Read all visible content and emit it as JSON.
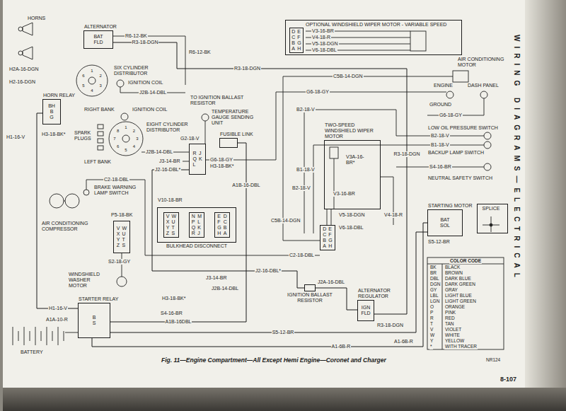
{
  "diagram": {
    "caption": "Fig. 11—Engine Compartment—All Except Hemi Engine—Coronet and Charger",
    "nodes": [
      {
        "text": [
          "ALTERNATOR",
          "BAT",
          "FLD"
        ]
      },
      {
        "text": [
          "HORN RELAY",
          "BH",
          "B",
          "G"
        ]
      },
      {
        "text": [
          "OPTIONAL WINDSHIELD WIPER MOTOR - VARIABLE SPEED"
        ]
      },
      {
        "text": [
          "D",
          "E",
          "C",
          "F",
          "B",
          "G",
          "A",
          "H"
        ],
        "in": 2
      },
      {
        "text": [
          "TWO-SPEED WINDSHIELD WIPER MOTOR"
        ]
      },
      {
        "text": [
          "D",
          "E",
          "C",
          "F",
          "B",
          "G",
          "A",
          "H"
        ]
      },
      {
        "text": [
          "R",
          "J",
          "Q",
          "K",
          "L"
        ]
      },
      {
        "text": [
          "FUSIBLE LINK"
        ]
      },
      {
        "text": [
          "BULKHEAD DISCONNECT"
        ]
      },
      {
        "text": [
          "V",
          "W",
          "X",
          "U",
          "Y",
          "T",
          "Z",
          "S"
        ],
        "in": 8
      },
      {
        "text": [
          "N",
          "M",
          "P",
          "L",
          "Q",
          "K",
          "R",
          "J"
        ],
        "in": 8
      },
      {
        "text": [
          "E",
          "D",
          "F",
          "C",
          "G",
          "B",
          "H",
          "A"
        ],
        "in": 8
      },
      {
        "text": [
          "V",
          "W",
          "X",
          "U",
          "Y",
          "T",
          "Z",
          "S"
        ]
      },
      {
        "text": [
          "IGNITION BALLAST RESISTOR"
        ]
      },
      {
        "text": [
          "ALTERNATOR REGULATOR",
          "IGN",
          "FLD"
        ]
      },
      {
        "text": [
          "STARTER RELAY",
          "B",
          "S"
        ]
      },
      {
        "text": [
          "STARTING MOTOR",
          "BAT",
          "SOL"
        ]
      },
      {
        "text": [
          "SPLICE"
        ]
      }
    ],
    "edges": [
      {
        "from": 0,
        "to": 14,
        "label": "R3-18-DGN",
        "arrow": "none"
      },
      {
        "from": 15,
        "to": 16,
        "label": "A1-6B-R",
        "arrow": "none"
      },
      {
        "from": 16,
        "to": 15,
        "label": "S5-12-BR",
        "arrow": "none"
      },
      {
        "from": 13,
        "to": 14,
        "label": "J2A-16-DBL",
        "arrow": "none"
      },
      {
        "from": 6,
        "to": 13,
        "label": "J2-16-DBL*",
        "arrow": "none"
      },
      {
        "from": 7,
        "to": 15,
        "label": "A1B-16-DBL",
        "arrow": "none"
      },
      {
        "from": 1,
        "to": 15,
        "label": "H1-16-V",
        "arrow": "none"
      }
    ],
    "labels": [
      "HORNS",
      "H2A-16-DGN",
      "H2-16-DGN",
      "H1-16-V",
      "H3-18-BK*",
      "R6-12-BK",
      "R6-12-BK",
      "SIX CYLINDER DISTRIBUTOR",
      "1",
      "2",
      "3",
      "4",
      "5",
      "6",
      "IGNITION COIL",
      "J2B-14-DBL",
      "TO IGNITION BALLAST RESISTOR",
      "R3-18-DGN",
      "RIGHT BANK",
      "IGNITION COIL",
      "EIGHT CYLINDER DISTRIBUTOR",
      "1",
      "2",
      "3",
      "4",
      "5",
      "6",
      "7",
      "8",
      "SPARK PLUGS",
      "LEFT BANK",
      "J2B-14-DBL",
      "TEMPERATURE GAUGE SENDING UNIT",
      "G2-18-V",
      "J3-14-BR",
      "J2-16-DBL*",
      "G6-18-GY",
      "H3-18-BK*",
      "C2-18-DBL",
      "BRAKE WARNING LAMP SWITCH",
      "V10-18-BR",
      "AIR CONDITIONING COMPRESSOR",
      "P5-18-BK",
      "S2-18-GY",
      "WINDSHIELD WASHER MOTOR",
      "J3-14-BR",
      "J2B-14-DBL",
      "H3-18-BK*",
      "S4-16-BR",
      "A1B-16DBL",
      "A1A-10-R",
      "BATTERY",
      "C5B-14-DGN",
      "G6-18-GY",
      "B2-18-V",
      "R3-18-DGN",
      "V3A-16-BR*",
      "B1-18-V",
      "B2-18-V",
      "V3-16-BR",
      "V5-18-DGN",
      "V6-18-DBL",
      "V4-18-R",
      "C5B-14-DGN",
      "C2-18-DBL",
      "R3-18-DGN",
      "A1-6B-R",
      "V3-16-BR",
      "V4-18-R",
      "V5-18-DGN",
      "V6-18-DBL",
      "AIR CONDITIONING MOTOR",
      "ENGINE",
      "DASH PANEL",
      "GROUND",
      "G6-18-GY",
      "LOW OIL PRESSURE SWITCH",
      "B2-18-V",
      "B1-18-V",
      "BACKUP LAMP SWITCH",
      "S4-16-BR",
      "NEUTRAL SAFETY SWITCH",
      "S5-12-BR",
      "COLOR CODE",
      "BK",
      "BLACK",
      "BR",
      "BROWN",
      "DBL",
      "DARK BLUE",
      "DGN",
      "DARK GREEN",
      "GY",
      "GRAY",
      "LBL",
      "LIGHT BLUE",
      "LGN",
      "LIGHT GREEN",
      "O",
      "ORANGE",
      "P",
      "PINK",
      "R",
      "RED",
      "T",
      "TAN",
      "V",
      "VIOLET",
      "W",
      "WHITE",
      "Y",
      "YELLOW",
      "*",
      "WITH TRACER",
      "WIRING DIAGRAMS—ELECTRICAL",
      "8-107",
      "NR124"
    ]
  }
}
